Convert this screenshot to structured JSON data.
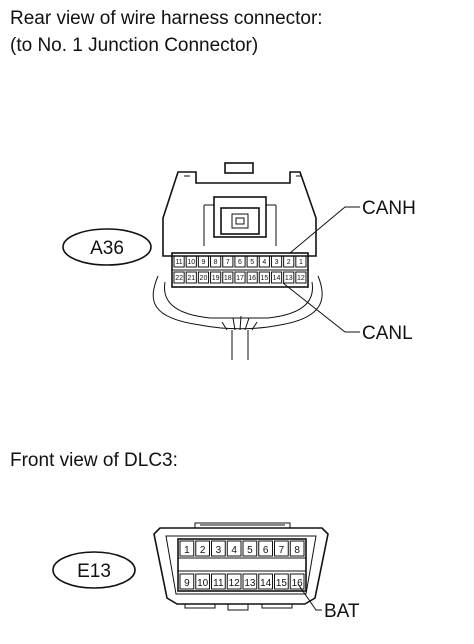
{
  "caption_top_line1": "Rear view of wire harness connector:",
  "caption_top_line2": "(to No. 1 Junction Connector)",
  "caption_bottom": "Front view of DLC3:",
  "connector_a36": {
    "id": "A36",
    "top_row": [
      "11",
      "10",
      "9",
      "8",
      "7",
      "6",
      "5",
      "4",
      "3",
      "2",
      "1"
    ],
    "bottom_row": [
      "22",
      "21",
      "20",
      "19",
      "18",
      "17",
      "16",
      "15",
      "14",
      "13",
      "12"
    ],
    "label_canh": "CANH",
    "label_canl": "CANL"
  },
  "connector_e13": {
    "id": "E13",
    "top_row": [
      "1",
      "2",
      "3",
      "4",
      "5",
      "6",
      "7",
      "8"
    ],
    "bottom_row": [
      "9",
      "10",
      "11",
      "12",
      "13",
      "14",
      "15",
      "16"
    ],
    "label_bat": "BAT"
  }
}
